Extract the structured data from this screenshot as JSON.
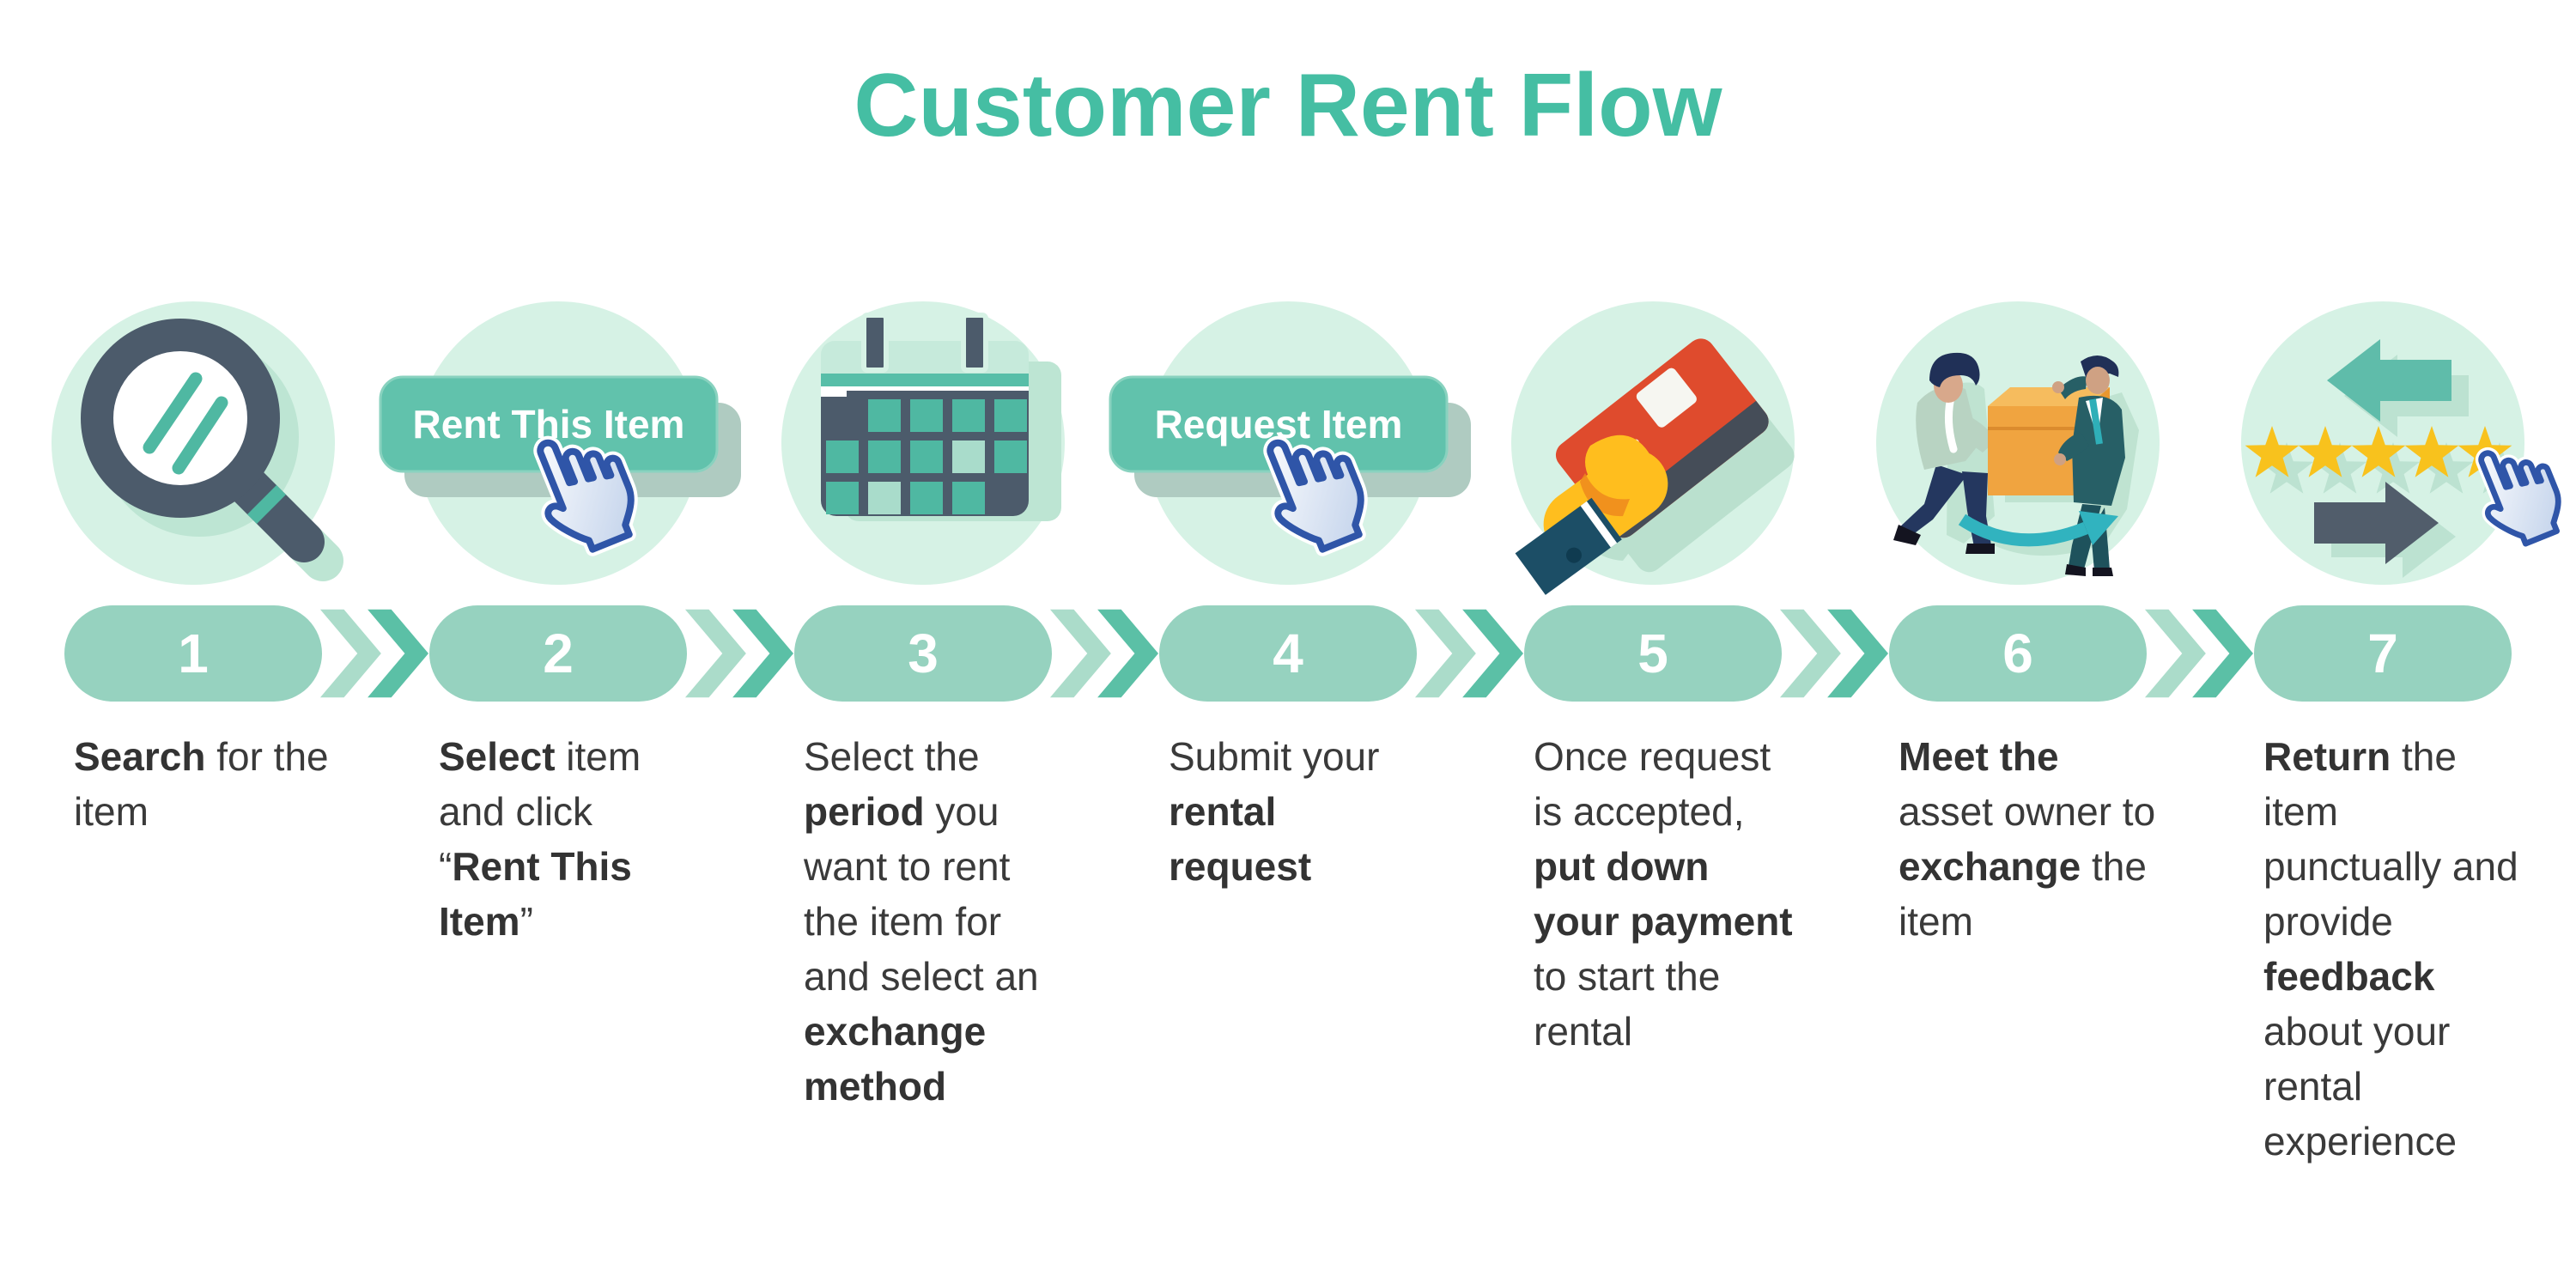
{
  "title": "Customer Rent Flow",
  "colors": {
    "accent_teal": "#45BEA3",
    "mint_circle": "#D6F2E5",
    "pill_green": "#96D2BF",
    "chevron_light": "#ABDCCA",
    "chevron_dark": "#5BC0A6",
    "dark_slate": "#4C5B6B",
    "teal_accent": "#4FB8A2",
    "button_teal": "#61C2AC",
    "text_dark": "#3A3A3A",
    "star_yellow": "#F8C21D",
    "card_red": "#DF4B2D",
    "hand_yellow": "#FFBE1E",
    "box_orange": "#F0A440",
    "cursor_blue": "#2F55A8"
  },
  "steps": [
    {
      "number": "1",
      "icon": "magnifying-glass-search-icon",
      "description": [
        {
          "t": "Search",
          "b": true
        },
        {
          "t": " for the item",
          "b": false
        }
      ]
    },
    {
      "number": "2",
      "icon": "rent-this-item-button",
      "button_label": "Rent This Item",
      "description": [
        {
          "t": "Select",
          "b": true
        },
        {
          "t": " item and click “",
          "b": false
        },
        {
          "t": "Rent This Item",
          "b": true
        },
        {
          "t": "”",
          "b": false
        }
      ]
    },
    {
      "number": "3",
      "icon": "calendar-icon",
      "description": [
        {
          "t": "Select the ",
          "b": false
        },
        {
          "t": "period",
          "b": true
        },
        {
          "t": " you want to rent the item for and select an ",
          "b": false
        },
        {
          "t": "exchange method",
          "b": true
        }
      ]
    },
    {
      "number": "4",
      "icon": "request-item-button",
      "button_label": "Request Item",
      "description": [
        {
          "t": "Submit your ",
          "b": false
        },
        {
          "t": "rental request",
          "b": true
        }
      ]
    },
    {
      "number": "5",
      "icon": "hand-credit-card-payment-icon",
      "description": [
        {
          "t": "Once request is accepted, ",
          "b": false
        },
        {
          "t": "put down your payment",
          "b": true
        },
        {
          "t": " to start the rental",
          "b": false
        }
      ]
    },
    {
      "number": "6",
      "icon": "people-exchange-box-icon",
      "description": [
        {
          "t": "Meet the",
          "b": true
        },
        {
          "t": " asset owner to ",
          "b": false
        },
        {
          "t": "exchange",
          "b": true
        },
        {
          "t": " the item",
          "b": false
        }
      ]
    },
    {
      "number": "7",
      "icon": "stars-feedback-return-icon",
      "description": [
        {
          "t": "Return",
          "b": true
        },
        {
          "t": " the item punctually and provide ",
          "b": false
        },
        {
          "t": "feedback",
          "b": true
        },
        {
          "t": " about your rental experience",
          "b": false
        }
      ]
    }
  ]
}
